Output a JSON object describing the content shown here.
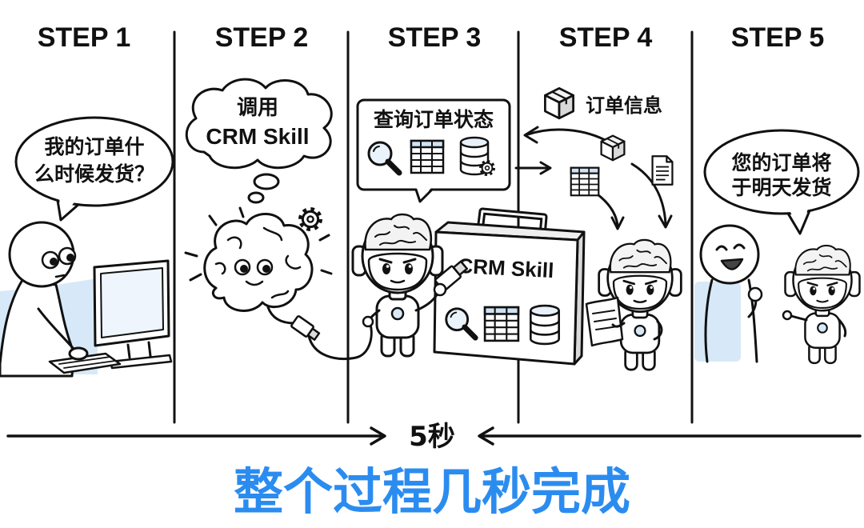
{
  "steps": [
    {
      "label": "STEP 1"
    },
    {
      "label": "STEP 2"
    },
    {
      "label": "STEP 3"
    },
    {
      "label": "STEP 4"
    },
    {
      "label": "STEP 5"
    }
  ],
  "panel1": {
    "bubble_line1": "我的订单什",
    "bubble_line2": "么时候发货？"
  },
  "panel2": {
    "thought_line1": "调用",
    "thought_line2": "CRM Skill"
  },
  "panel3": {
    "box_title": "查询订单状态",
    "briefcase_label": "CRM Skill"
  },
  "panel4": {
    "data_label": "订单信息"
  },
  "panel5": {
    "bubble_line1": "您的订单将",
    "bubble_line2": "于明天发货"
  },
  "timeline": {
    "duration": "5秒"
  },
  "caption": "整个过程几秒完成",
  "colors": {
    "accent": "#2b8cf0",
    "shade": "#d7e9f8",
    "ink": "#111111"
  },
  "icons": {
    "panel3_box": [
      "magnifier-icon",
      "table-icon",
      "database-icon",
      "gear-icon"
    ],
    "briefcase": [
      "magnifier-icon",
      "table-icon",
      "database-icon"
    ],
    "panel4": [
      "box-icon",
      "table-icon",
      "document-icon"
    ]
  }
}
